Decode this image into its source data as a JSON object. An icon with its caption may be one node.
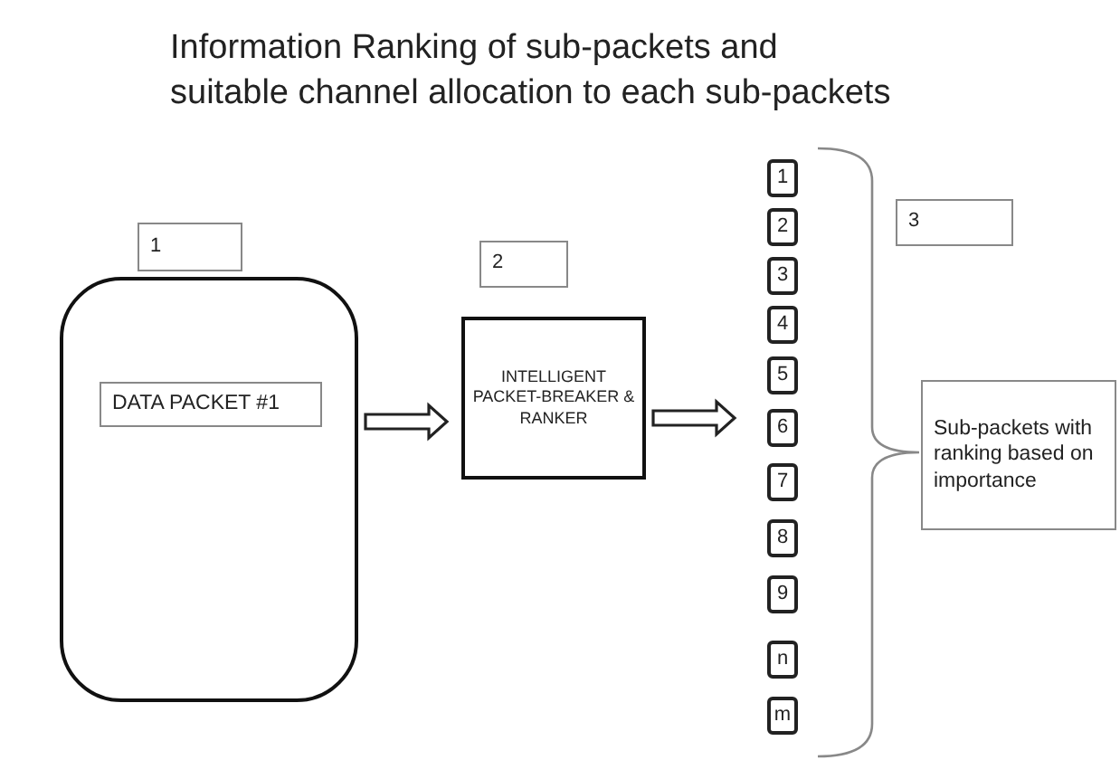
{
  "diagram": {
    "title": "Information Ranking of sub-packets and suitable channel allocation to each sub-packets",
    "nodes": [
      {
        "text": [
          "1"
        ]
      },
      {
        "text": [],
        "shape": "box"
      },
      {
        "text": [
          "DATA PACKET #1"
        ],
        "in": 1
      },
      {
        "text": [
          "2"
        ]
      },
      {
        "text": [
          "INTELLIGENT PACKET-BREAKER & RANKER"
        ]
      },
      {
        "text": [
          "1"
        ]
      },
      {
        "text": [
          "2"
        ]
      },
      {
        "text": [
          "3"
        ]
      },
      {
        "text": [
          "4"
        ]
      },
      {
        "text": [
          "5"
        ]
      },
      {
        "text": [
          "6"
        ]
      },
      {
        "text": [
          "7"
        ]
      },
      {
        "text": [
          "8"
        ]
      },
      {
        "text": [
          "9"
        ]
      },
      {
        "text": [
          "n"
        ]
      },
      {
        "text": [
          "m"
        ]
      },
      {
        "text": [
          "3"
        ]
      },
      {
        "text": [
          "Sub-packets with ranking based on importance"
        ]
      }
    ],
    "edges": [
      {
        "from": 1,
        "to": 4,
        "arrow": "to"
      },
      {
        "from": 4,
        "to": 10,
        "arrow": "to"
      }
    ]
  }
}
